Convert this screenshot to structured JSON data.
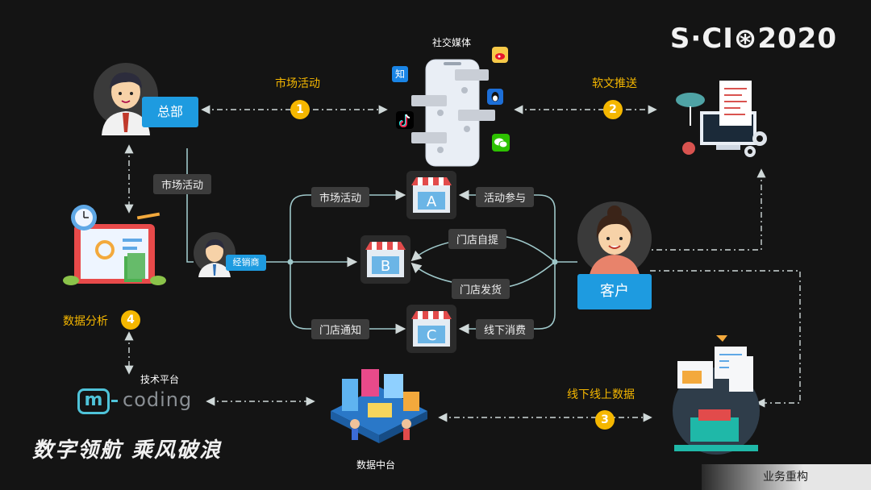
{
  "logo": {
    "text": "S·CI⊛2020"
  },
  "slogan": "数字领航 乘风破浪",
  "footer_label": "业务重构",
  "nodes": {
    "hq": "总部",
    "social_media": "社交媒体",
    "distributor": "经销商",
    "customer": "客户",
    "data_platform": "数据中台",
    "tech_platform": "技术平台",
    "mcoding_m": "m",
    "mcoding_text": "coding",
    "zhihu_icon": "知"
  },
  "steps": [
    {
      "num": "1",
      "label": "市场活动"
    },
    {
      "num": "2",
      "label": "软文推送"
    },
    {
      "num": "3",
      "label": "线下线上数据"
    },
    {
      "num": "4",
      "label": "数据分析"
    }
  ],
  "flow_tags": {
    "hq_to_distributor": "市场活动",
    "to_store_a": "市场活动",
    "from_customer_a": "活动参与",
    "store_pickup": "门店自提",
    "store_ship": "门店发货",
    "to_store_c": "门店通知",
    "from_customer_c": "线下消费"
  },
  "stores": [
    "A",
    "B",
    "C"
  ],
  "colors": {
    "accent": "#f5b700",
    "blue": "#1e9be0",
    "line": "#9ec7c9",
    "tag_bg": "#3c3c3c"
  }
}
